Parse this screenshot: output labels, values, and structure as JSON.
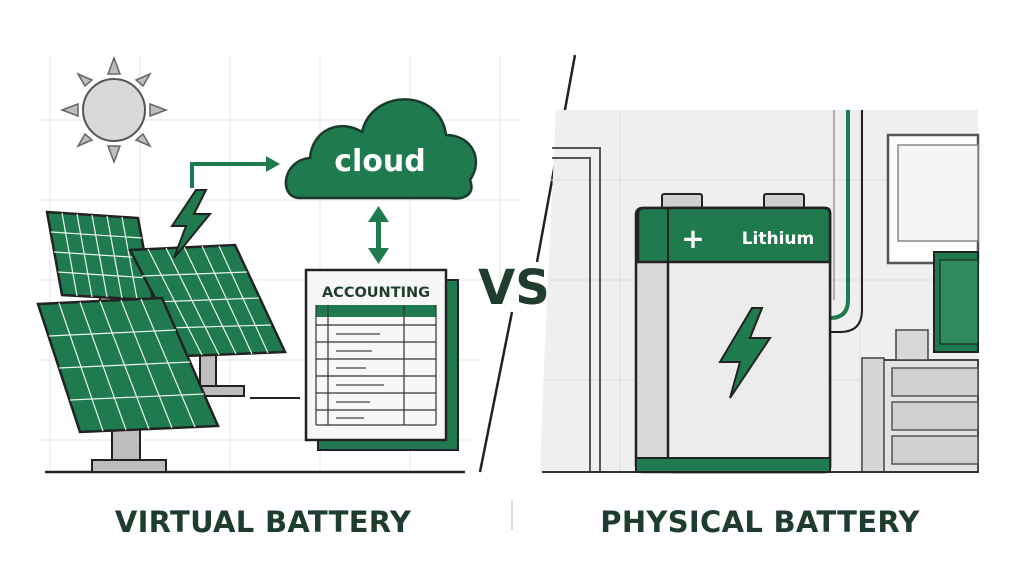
{
  "left_panel": {
    "caption": "VIRTUAL BATTERY",
    "cloud_label": "cloud",
    "ledger_title": "ACCOUNTING"
  },
  "separator": {
    "label": "VS"
  },
  "right_panel": {
    "caption": "PHYSICAL BATTERY",
    "battery_plus": "+",
    "battery_label": "Lithium"
  },
  "colors": {
    "brand_green": "#1f7a4d",
    "dark_green": "#1f3d2d",
    "outline": "#222222",
    "gray_fill": "#d9d9d9",
    "light_gray": "#ececec"
  },
  "icons": [
    "sun-icon",
    "lightning-bolt-icon",
    "cloud-icon",
    "bidirectional-arrow-icon",
    "accounting-sheet-icon",
    "solar-panel-icon",
    "battery-icon"
  ]
}
